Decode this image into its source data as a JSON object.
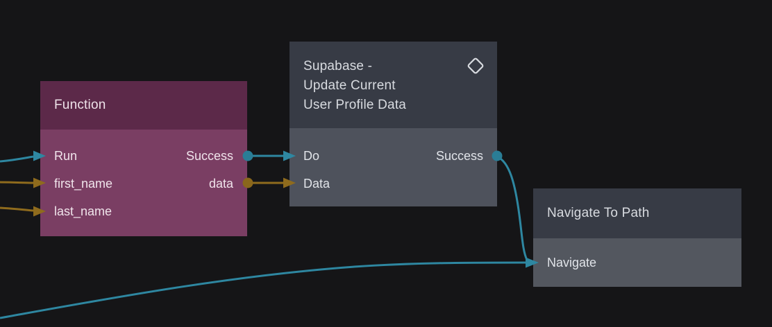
{
  "canvas": {
    "background": "#151517"
  },
  "colors": {
    "canvas-bg": "#151517",
    "signal": "#2e87a1",
    "signal-port": "#2a7d96",
    "data": "#8f6b1d",
    "data-port": "#8a671c",
    "node-purple-header": "#5c2949",
    "node-purple-body": "#7a3e63",
    "node-gray-header": "#373b45",
    "node-gray-body": "#4e525c",
    "node-gray-body-light": "#53575f",
    "text-purple": "#f0e4eb",
    "text-purple-title": "#eee2e9",
    "text-gray": "#e1e4e9",
    "text-gray-title": "#d8dbe0"
  },
  "nodes": {
    "function": {
      "title": "Function",
      "inputs": [
        {
          "label": "Run",
          "type": "signal"
        },
        {
          "label": "first_name",
          "type": "data"
        },
        {
          "label": "last_name",
          "type": "data"
        }
      ],
      "outputs": [
        {
          "label": "Success",
          "type": "signal"
        },
        {
          "label": "data",
          "type": "data"
        }
      ]
    },
    "supabase": {
      "title_lines": [
        "Supabase -",
        "Update Current",
        "User Profile Data"
      ],
      "icon": "diamond-icon",
      "inputs": [
        {
          "label": "Do",
          "type": "signal"
        },
        {
          "label": "Data",
          "type": "data"
        }
      ],
      "outputs": [
        {
          "label": "Success",
          "type": "signal"
        }
      ]
    },
    "navigate": {
      "title": "Navigate To Path",
      "inputs": [
        {
          "label": "Navigate",
          "type": "signal"
        }
      ]
    }
  },
  "connections": [
    {
      "from": "off-canvas-left",
      "to": "Function.Run",
      "type": "signal"
    },
    {
      "from": "off-canvas-left",
      "to": "Function.first_name",
      "type": "data"
    },
    {
      "from": "off-canvas-left",
      "to": "Function.last_name",
      "type": "data"
    },
    {
      "from": "Function.Success",
      "to": "Supabase.Do",
      "type": "signal"
    },
    {
      "from": "Function.data",
      "to": "Supabase.Data",
      "type": "data"
    },
    {
      "from": "Supabase.Success",
      "to": "Navigate.Navigate",
      "type": "signal"
    },
    {
      "from": "off-canvas-bottom-left",
      "to": "Navigate.Navigate",
      "type": "signal"
    }
  ]
}
